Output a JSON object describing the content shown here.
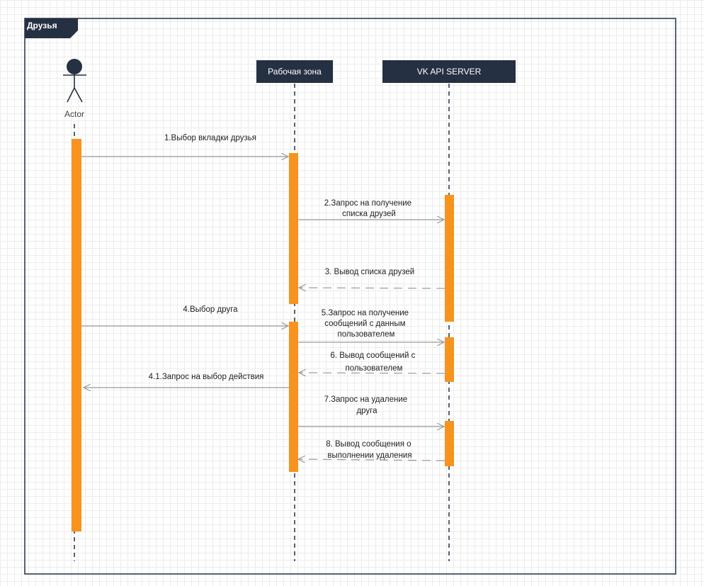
{
  "frame": {
    "title": "Друзья"
  },
  "actor": {
    "name": "Actor"
  },
  "lifelines": [
    {
      "id": "work",
      "label": "Рабочая зона"
    },
    {
      "id": "vk",
      "label": "VK API SERVER"
    }
  ],
  "colors": {
    "dark": "#253042",
    "activation": "#F7931E",
    "arrow": "#9a9a9a",
    "grid": "#ececec"
  },
  "messages": [
    {
      "id": "m1",
      "from": "actor",
      "to": "work",
      "type": "sync",
      "lines": [
        "1.Выбор вкладки друзья"
      ]
    },
    {
      "id": "m2",
      "from": "work",
      "to": "vk",
      "type": "sync",
      "lines": [
        "2.Запрос на получение",
        "списка друзей"
      ]
    },
    {
      "id": "m3",
      "from": "vk",
      "to": "work",
      "type": "return",
      "lines": [
        "3. Вывод списка друзей"
      ]
    },
    {
      "id": "m4",
      "from": "actor",
      "to": "work",
      "type": "sync",
      "lines": [
        "4.Выбор друга"
      ]
    },
    {
      "id": "m5",
      "from": "work",
      "to": "vk",
      "type": "sync",
      "lines": [
        "5.Запрос на получение",
        "сообщений с данным",
        "пользователем"
      ]
    },
    {
      "id": "m6",
      "from": "vk",
      "to": "work",
      "type": "return",
      "lines": [
        "6. Вывод сообщений с",
        "пользователем"
      ]
    },
    {
      "id": "m41",
      "from": "work",
      "to": "actor",
      "type": "sync",
      "lines": [
        "4.1.Запрос на выбор действия"
      ]
    },
    {
      "id": "m7",
      "from": "work",
      "to": "vk",
      "type": "sync",
      "lines": [
        "7.Запрос на удаление",
        "друга"
      ]
    },
    {
      "id": "m8",
      "from": "vk",
      "to": "work",
      "type": "return",
      "lines": [
        "8. Вывод сообщения о",
        "выполнении удаления"
      ]
    }
  ]
}
